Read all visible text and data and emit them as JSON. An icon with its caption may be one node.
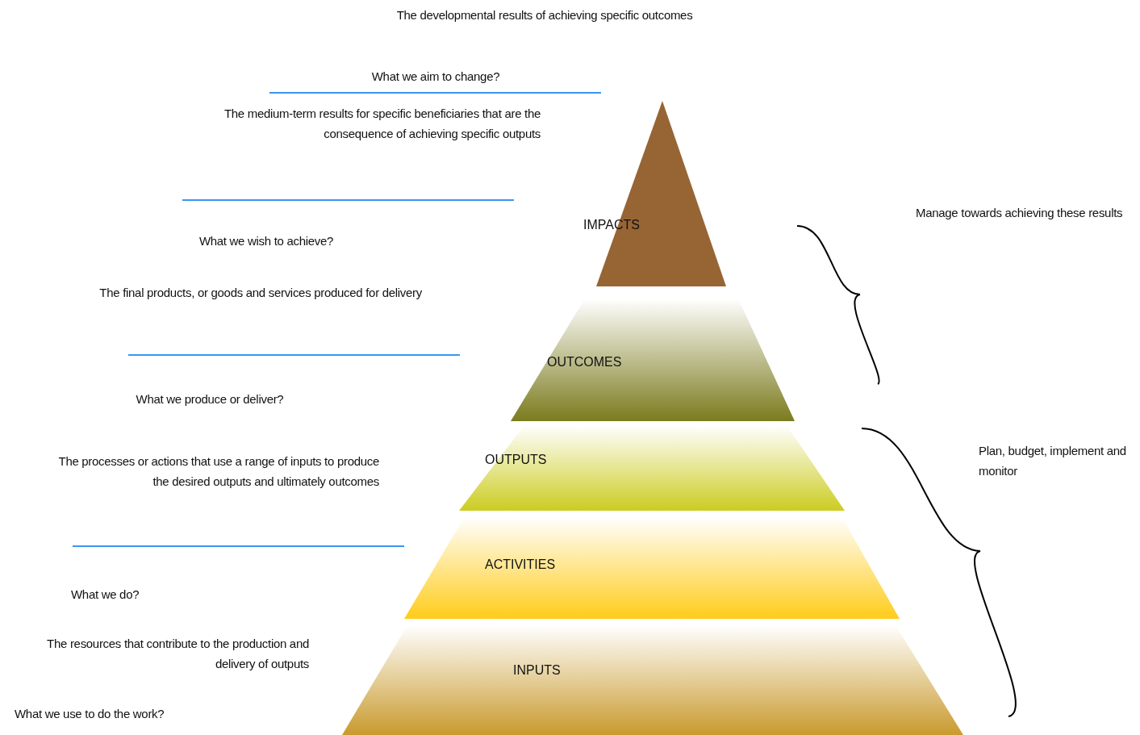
{
  "diagram": {
    "nodes": [
      {
        "text": [
          "IMPACTS"
        ]
      },
      {
        "text": [
          "OUTCOMES"
        ]
      },
      {
        "text": [
          "OUTPUTS"
        ]
      },
      {
        "text": [
          "ACTIVITIES"
        ]
      },
      {
        "text": [
          "INPUTS"
        ]
      }
    ],
    "edges": [],
    "labels": [
      "The developmental results of achieving specific outcomes",
      "What we aim to change?",
      "The medium-term results for specific beneficiaries that are the consequence of achieving specific outputs",
      "Manage towards achieving these results",
      "What we wish to achieve?",
      "The final products, or goods and services produced for delivery",
      "What we produce or deliver?",
      "Plan, budget, implement and monitor",
      "The processes or actions that use a range of inputs to produce the desired outputs and ultimately outcomes",
      "What we do?",
      "The resources that contribute to the production and delivery of outputs",
      "What we use to do the work?"
    ]
  }
}
